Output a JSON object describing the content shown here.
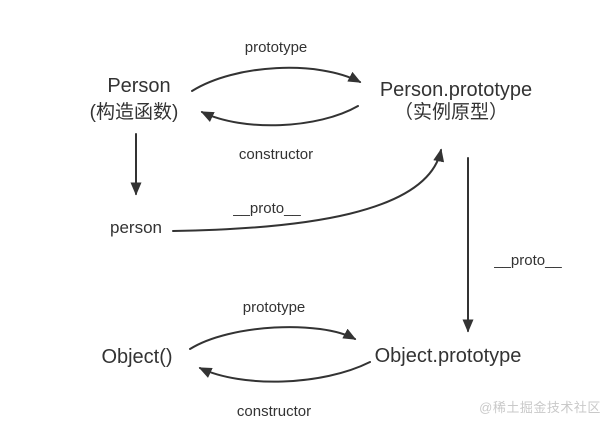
{
  "diagram": {
    "top_cycle": {
      "prototype_label": "prototype",
      "constructor_label": "constructor",
      "left_node": {
        "title": "Person",
        "subtitle": "(构造函数)"
      },
      "right_node": {
        "title": "Person.prototype",
        "subtitle": "（实例原型）"
      }
    },
    "instance": {
      "label": "person",
      "proto_label": "__proto__"
    },
    "prototype_chain": {
      "proto_label": "__proto__"
    },
    "bottom_cycle": {
      "prototype_label": "prototype",
      "constructor_label": "constructor",
      "left_node": {
        "title": "Object()"
      },
      "right_node": {
        "title": "Object.prototype"
      }
    },
    "watermark": "@稀土掘金技术社区",
    "colors": {
      "background": "#ffffff",
      "ink": "#333333",
      "watermark": "#c9c9c9"
    }
  }
}
